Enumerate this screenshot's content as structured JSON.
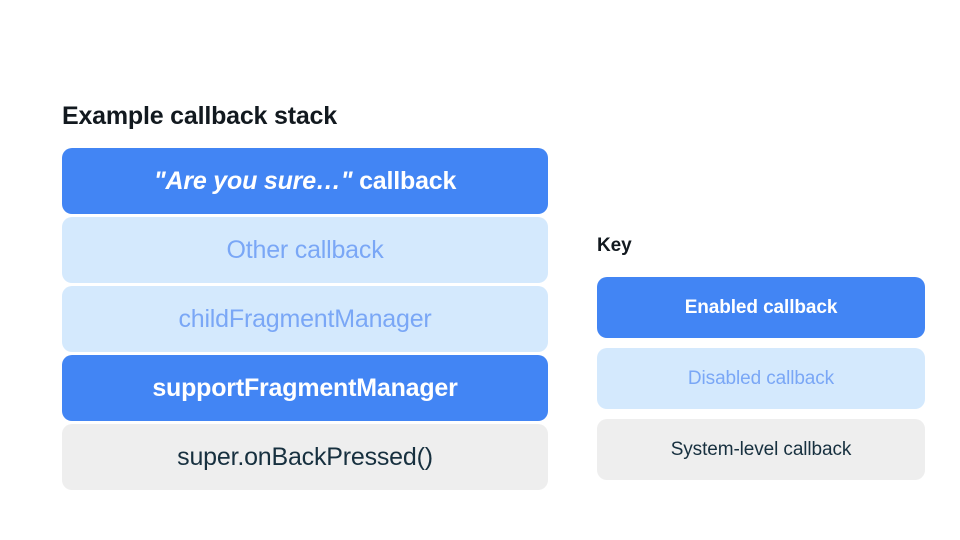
{
  "stack": {
    "title": "Example callback stack",
    "items": [
      {
        "label_prefix": "\"Are you sure…\"",
        "label_suffix": " callback",
        "label": "\"Are you sure…\" callback",
        "state": "enabled",
        "styled": true
      },
      {
        "label": "Other callback",
        "state": "disabled",
        "styled": false
      },
      {
        "label": "childFragmentManager",
        "state": "disabled",
        "styled": false
      },
      {
        "label": "supportFragmentManager",
        "state": "enabled",
        "styled": false
      },
      {
        "label": "super.onBackPressed()",
        "state": "system",
        "styled": false
      }
    ]
  },
  "key": {
    "title": "Key",
    "items": [
      {
        "label": "Enabled callback",
        "state": "enabled"
      },
      {
        "label": "Disabled callback",
        "state": "disabled"
      },
      {
        "label": "System-level callback",
        "state": "system"
      }
    ]
  },
  "colors": {
    "enabled_fill": "#4285F4",
    "enabled_text": "#FFFFFF",
    "disabled_fill": "#D4E9FD",
    "disabled_text": "#7AA7F6",
    "system_fill": "#EEEEEE",
    "system_text": "#17303F",
    "heading_text": "#12191F",
    "background": "#FFFFFF"
  }
}
